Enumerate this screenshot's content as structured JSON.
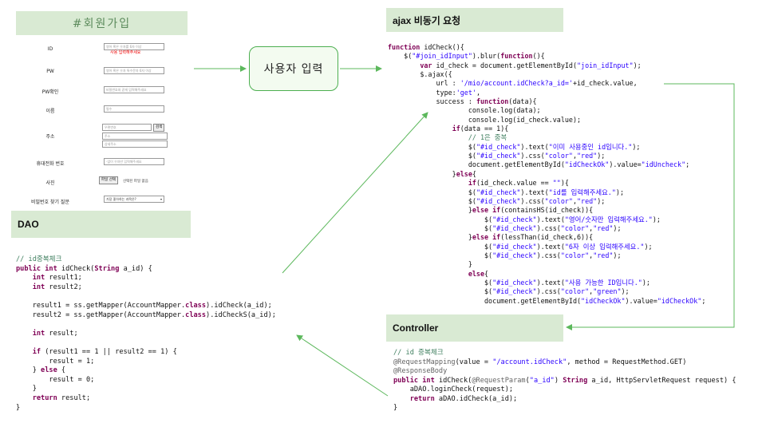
{
  "form": {
    "title": "#회원가입",
    "id_label": "ID",
    "id_placeholder": "영어 혹은 숫자를 6자 이상",
    "id_error": "사용 입력해주세요",
    "pw_label": "PW",
    "pw_placeholder": "영어 혹은 숫자 특수문자 6자 이상",
    "pwc_label": "PW확인",
    "pwc_placeholder": "비밀번호와 같게 입력해주세요",
    "name_label": "이름",
    "name_placeholder": "필수",
    "addr_label": "주소",
    "addr_placeholder1": "우편번호",
    "addr_button": "검색",
    "addr_placeholder2": "주소",
    "addr_placeholder3": "상세주소",
    "phone_label": "휴대전화 번호",
    "phone_placeholder": "-없이 숫자만 입력해주세요",
    "photo_label": "사진",
    "photo_button": "파일 선택",
    "photo_note": "선택된 파일 없음",
    "question_label": "비밀번호 찾기 질문",
    "question_value": "가장 좋아하는 과목은?"
  },
  "user_input_box": "사용자 입력",
  "ajax_header": "ajax 비동기 요청",
  "dao_header": "DAO",
  "controller_header": "Controller",
  "ajax_code": [
    "function idCheck(){",
    "    $(\"#join_idInput\").blur(function(){",
    "        var id_check = document.getElementById(\"join_idInput\");",
    "        $.ajax({",
    "            url : '/mio/account.idCheck?a_id='+id_check.value,",
    "            type:'get',",
    "            success : function(data){",
    "                    console.log(data);",
    "                    console.log(id_check.value);",
    "                if(data == 1){",
    "                    // 1은 중복",
    "                    $(\"#id_check\").text(\"이미 사용중인 id입니다.\");",
    "                    $(\"#id_check\").css(\"color\",\"red\");",
    "                    document.getElementById(\"idCheckOk\").value=\"idUncheck\";",
    "                }else{",
    "                    if(id_check.value == \"\"){",
    "                    $(\"#id_check\").text(\"id를 입력해주세요.\");",
    "                    $(\"#id_check\").css(\"color\",\"red\");",
    "                    }else if(containsHS(id_check)){",
    "                        $(\"#id_check\").text(\"영어/숫자만 입력해주세요.\");",
    "                        $(\"#id_check\").css(\"color\",\"red\");",
    "                    }else if(lessThan(id_check,6)){",
    "                        $(\"#id_check\").text(\"6자 이상 입력해주세요.\");",
    "                        $(\"#id_check\").css(\"color\",\"red\");",
    "                    }",
    "                    else{",
    "                        $(\"#id_check\").text(\"사용 가능한 ID입니다.\");",
    "                        $(\"#id_check\").css(\"color\",\"green\");",
    "                        document.getElementById(\"idCheckOk\").value=\"idCheckOk\";"
  ],
  "dao_code": [
    "// id중복체크",
    "public int idCheck(String a_id) {",
    "    int result1;",
    "    int result2;",
    "",
    "    result1 = ss.getMapper(AccountMapper.class).idCheck(a_id);",
    "    result2 = ss.getMapper(AccountMapper.class).idCheckS(a_id);",
    "",
    "    int result;",
    "",
    "    if (result1 == 1 || result2 == 1) {",
    "        result = 1;",
    "    } else {",
    "        result = 0;",
    "    }",
    "    return result;",
    "}"
  ],
  "controller_code": [
    "// id 중복체크",
    "@RequestMapping(value = \"/account.idCheck\", method = RequestMethod.GET)",
    "@ResponseBody",
    "public int idCheck(@RequestParam(\"a_id\") String a_id, HttpServletRequest request) {",
    "    aDAO.loginCheck(request);",
    "    return aDAO.idCheck(a_id);",
    "}"
  ],
  "colors": {
    "header_bg": "#d9ead3",
    "arrow": "#5cb85c",
    "box_border": "#4caf50"
  }
}
